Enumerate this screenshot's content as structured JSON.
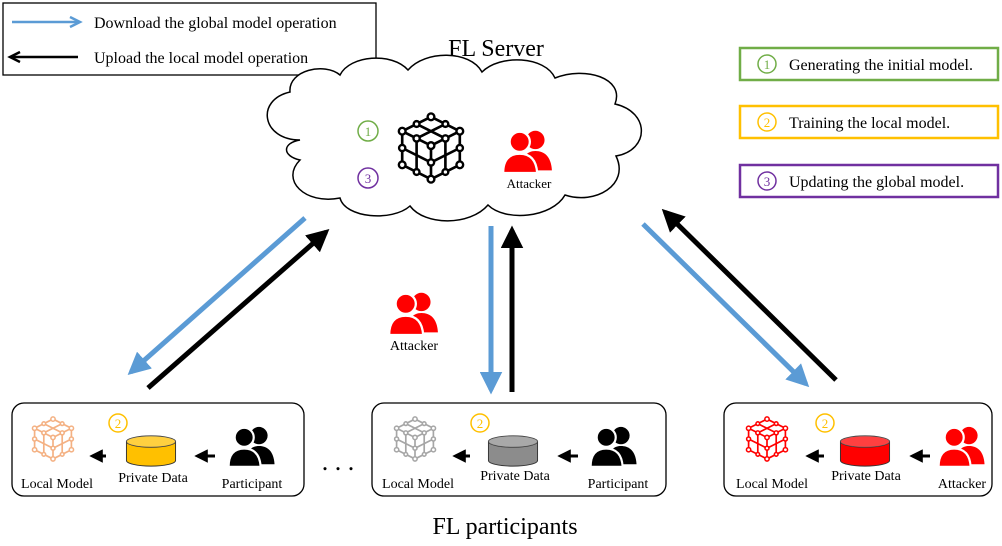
{
  "server_title": "FL Server",
  "participants_title": "FL participants",
  "legend": {
    "download_label": "Download the global model operation",
    "upload_label": "Upload the local model operation",
    "download_color": "#5b9bd5",
    "upload_color": "#000000"
  },
  "steps": [
    {
      "num": "1",
      "label": "Generating the initial model.",
      "color": "#70ad47"
    },
    {
      "num": "2",
      "label": "Training the local model.",
      "color": "#ffc000"
    },
    {
      "num": "3",
      "label": "Updating the global model.",
      "color": "#7030a0"
    }
  ],
  "cloud": {
    "step_a": "1",
    "step_b": "3",
    "model_icon": "cube-network-icon",
    "attacker_icon": "user-group-icon",
    "attacker_label": "Attacker",
    "attacker_color": "#ff0000"
  },
  "middle_attacker": {
    "label": "Attacker",
    "icon": "user-group-icon",
    "color": "#ff0000"
  },
  "ellipsis": ". . .",
  "clients": [
    {
      "step": "2",
      "model_label": "Local Model",
      "data_label": "Private Data",
      "actor_label": "Participant",
      "model_color": "#f4b183",
      "data_color": "#ffc000",
      "actor_color": "#000000"
    },
    {
      "step": "2",
      "model_label": "Local Model",
      "data_label": "Private Data",
      "actor_label": "Participant",
      "model_color": "#a6a6a6",
      "data_color": "#8c8c8c",
      "actor_color": "#000000"
    },
    {
      "step": "2",
      "model_label": "Local Model",
      "data_label": "Private Data",
      "actor_label": "Attacker",
      "model_color": "#ff0000",
      "data_color": "#ff0000",
      "actor_color": "#ff0000"
    }
  ]
}
